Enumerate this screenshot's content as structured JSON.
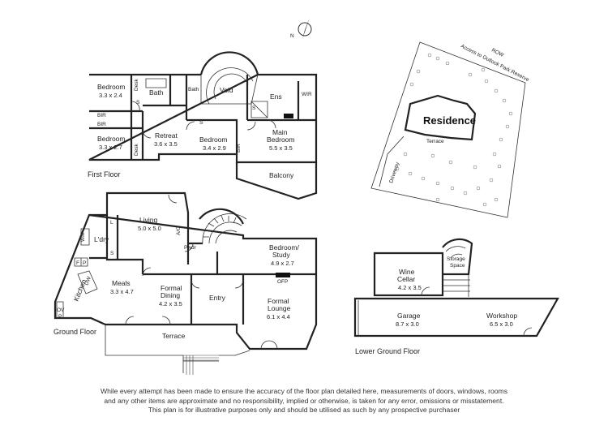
{
  "compass": {
    "label": "N"
  },
  "floors": {
    "first": "First Floor",
    "ground": "Ground Floor",
    "lower": "Lower Ground Floor"
  },
  "first_floor": {
    "bedroom_a": {
      "name": "Bedroom",
      "dims": "3.3 x 2.4"
    },
    "bedroom_b": {
      "name": "Bedroom",
      "dims": "3.3 x 2.7"
    },
    "retreat": {
      "name": "Retreat",
      "dims": "3.6 x 3.5"
    },
    "bedroom_c": {
      "name": "Bedroom",
      "dims": "3.4 x 2.9"
    },
    "main_bedroom": {
      "name": "Main",
      "name2": "Bedroom",
      "dims": "5.5 x 3.5"
    },
    "bath": "Bath",
    "bath2": "Bath",
    "void": "Void",
    "ens": "Ens",
    "wir": "WIR",
    "bir1": "BIR",
    "bir2": "BIR",
    "bir3": "BIR",
    "desk1": "Desk",
    "desk2": "Desk",
    "balcony": "Balcony",
    "s": "S"
  },
  "ground_floor": {
    "living": {
      "name": "Living",
      "dims": "5.0 x 5.0"
    },
    "ldry": "L'dry",
    "wm": "WM",
    "kitchen": "Kitchen",
    "dw": "DW",
    "f": "F",
    "p": "P",
    "ov": "OV",
    "meals": {
      "name": "Meals",
      "dims": "3.3 x 4.7"
    },
    "formal_dining": {
      "name": "Formal",
      "name2": "Dining",
      "dims": "4.2 x 3.5"
    },
    "entry": "Entry",
    "formal_lounge": {
      "name": "Formal",
      "name2": "Lounge",
      "dims": "6.1 x 4.4"
    },
    "bedroom_study": {
      "name": "Bedroom/",
      "name2": "Study",
      "dims": "4.9 x 2.7"
    },
    "ofp": "OFP",
    "pwdr": "Pwdr",
    "ac": "A/C",
    "terrace": "Terrace",
    "s": "S",
    "l": "L"
  },
  "lower_floor": {
    "wine_cellar": {
      "name": "Wine",
      "name2": "Cellar",
      "dims": "4.2 x 3.5"
    },
    "storage": {
      "name": "Storage",
      "name2": "Space"
    },
    "garage": {
      "name": "Garage",
      "dims": "8.7 x 3.0"
    },
    "workshop": {
      "name": "Workshop",
      "dims": "6.5 x 3.0"
    }
  },
  "site_plan": {
    "residence": "Residence",
    "terrace": "Terrace",
    "driveway": "Driveway",
    "row": "ROW",
    "access": "Access to Outlook Park Reserve"
  },
  "disclaimer": {
    "line1": "While every attempt has been made to ensure the accuracy of the floor plan detailed here, measurements of doors, windows, rooms",
    "line2": "and any other items are approximate and no responsibility, implied or otherwise, is taken for any error, omissions or misstatement.",
    "line3": "This plan is for illustrative purposes only and should be utilised as such by any prospective purchaser"
  }
}
